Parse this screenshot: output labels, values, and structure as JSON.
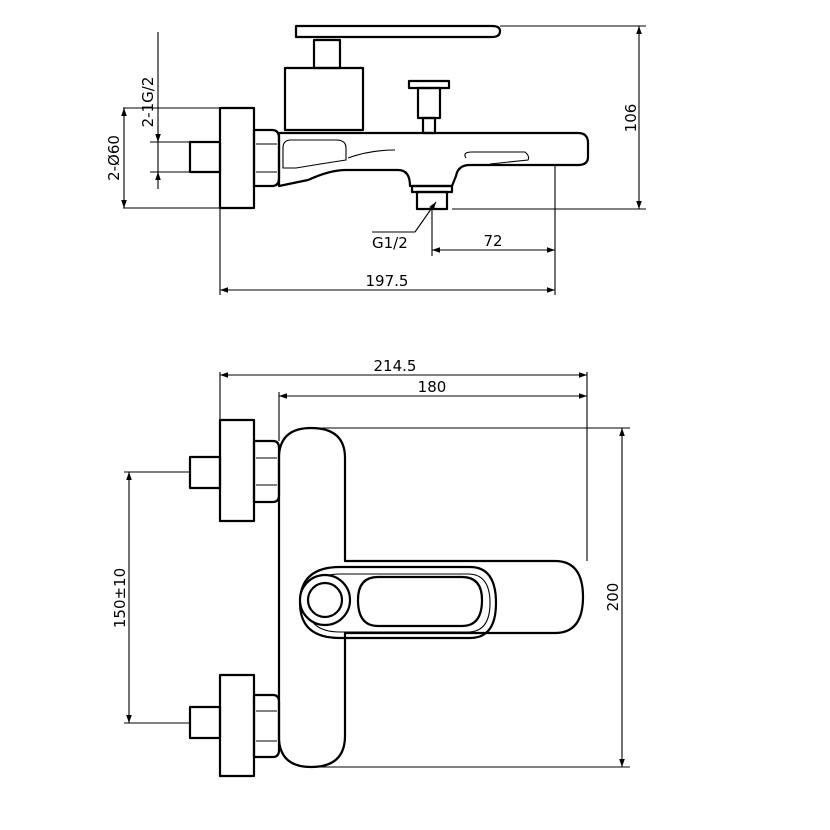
{
  "dimensions": {
    "side_inlet_thread": "2-1G/2",
    "side_flange_diameter": "2-Ø60",
    "side_height": "106",
    "side_outlet_thread": "G1/2",
    "side_outlet_offset": "72",
    "side_depth": "197.5",
    "top_total_width": "214.5",
    "top_body_width": "180",
    "top_height": "200",
    "top_inlet_spacing": "150±10"
  }
}
